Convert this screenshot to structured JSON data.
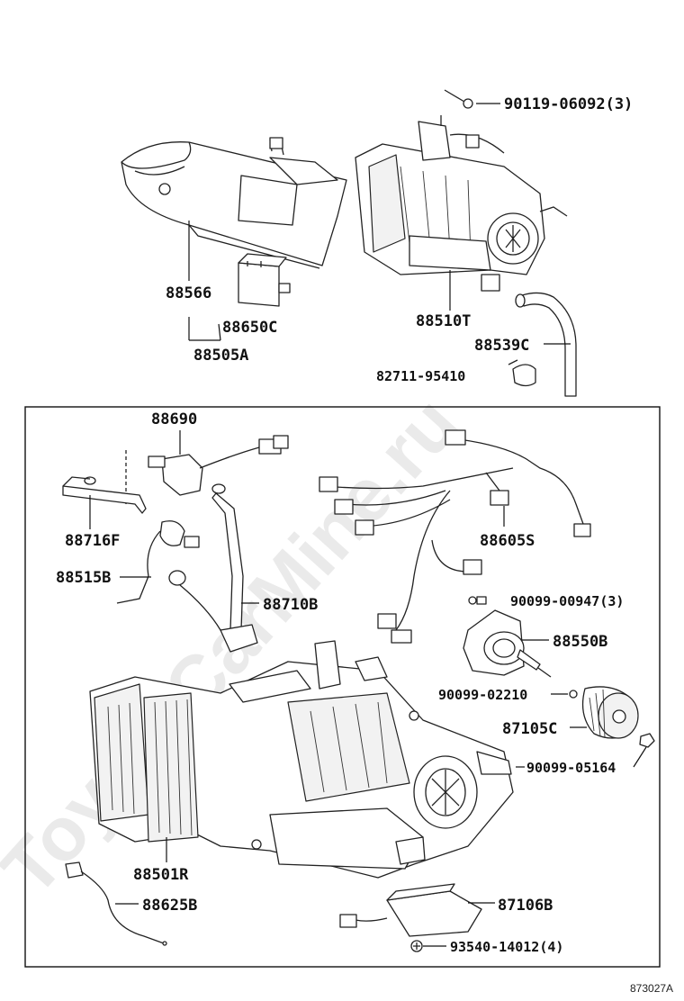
{
  "diagram": {
    "watermark": "ToyotaCarMine.ru",
    "illustration_id": "873027A",
    "labels": {
      "bolt_top": "90119-06092(3)",
      "duct_88566": "88566",
      "relay_88650C": "88650C",
      "assy_88505A": "88505A",
      "unit_88510T": "88510T",
      "hose_88539C": "88539C",
      "clamp_82711": "82711-95410",
      "sensor_88690": "88690",
      "tube_88716F": "88716F",
      "harness_88605S": "88605S",
      "sensor_88515B": "88515B",
      "hose_88710B": "88710B",
      "screw_90099_00947": "90099-00947(3)",
      "motor_88550B": "88550B",
      "washer_90099_02210": "90099-02210",
      "blower_87105C": "87105C",
      "nut_90099_05164": "90099-05164",
      "unit_88501R": "88501R",
      "harness_88625B": "88625B",
      "resistor_87106B": "87106B",
      "screw_93540": "93540-14012(4)"
    }
  }
}
